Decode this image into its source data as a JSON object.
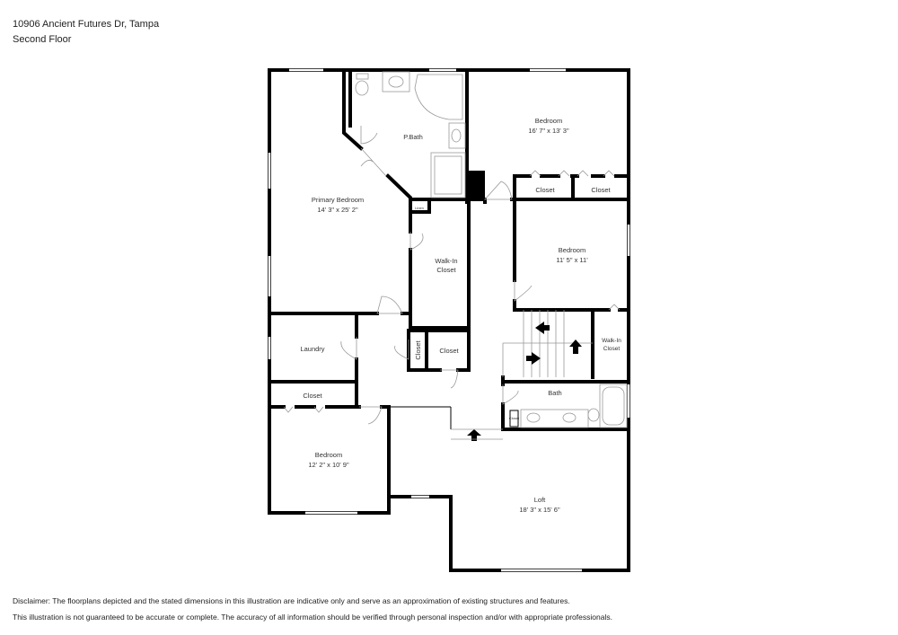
{
  "header": {
    "address": "10906 Ancient Futures Dr, Tampa",
    "floor": "Second Floor"
  },
  "rooms": [
    {
      "name": "Primary Bedroom",
      "dims": "14' 3\" x 25' 2\""
    },
    {
      "name": "P.Bath"
    },
    {
      "name": "Bedroom",
      "dims": "16' 7\" x 13' 3\""
    },
    {
      "name": "Closet"
    },
    {
      "name": "Closet"
    },
    {
      "name": "Linen"
    },
    {
      "name": "Walk-In",
      "name2": "Closet"
    },
    {
      "name": "Bedroom",
      "dims": "11' 5\" x 11'"
    },
    {
      "name": "Laundry"
    },
    {
      "name": "Closet"
    },
    {
      "name": "Closet"
    },
    {
      "name": "Walk-In",
      "name2": "Closet"
    },
    {
      "name": "Closet"
    },
    {
      "name": "Bath"
    },
    {
      "name": "Closet"
    },
    {
      "name": "Bedroom",
      "dims": "12' 2\" x 10' 9\""
    },
    {
      "name": "Loft",
      "dims": "18' 3\" x 15' 6\""
    }
  ],
  "disclaimer": {
    "line1": "Disclaimer: The floorplans depicted and the stated dimensions in this illustration are indicative only and serve as an approximation of existing structures and features.",
    "line2": "This illustration is not guaranteed to be accurate or complete. The accuracy of all information should be verified through personal inspection and/or with appropriate professionals."
  }
}
